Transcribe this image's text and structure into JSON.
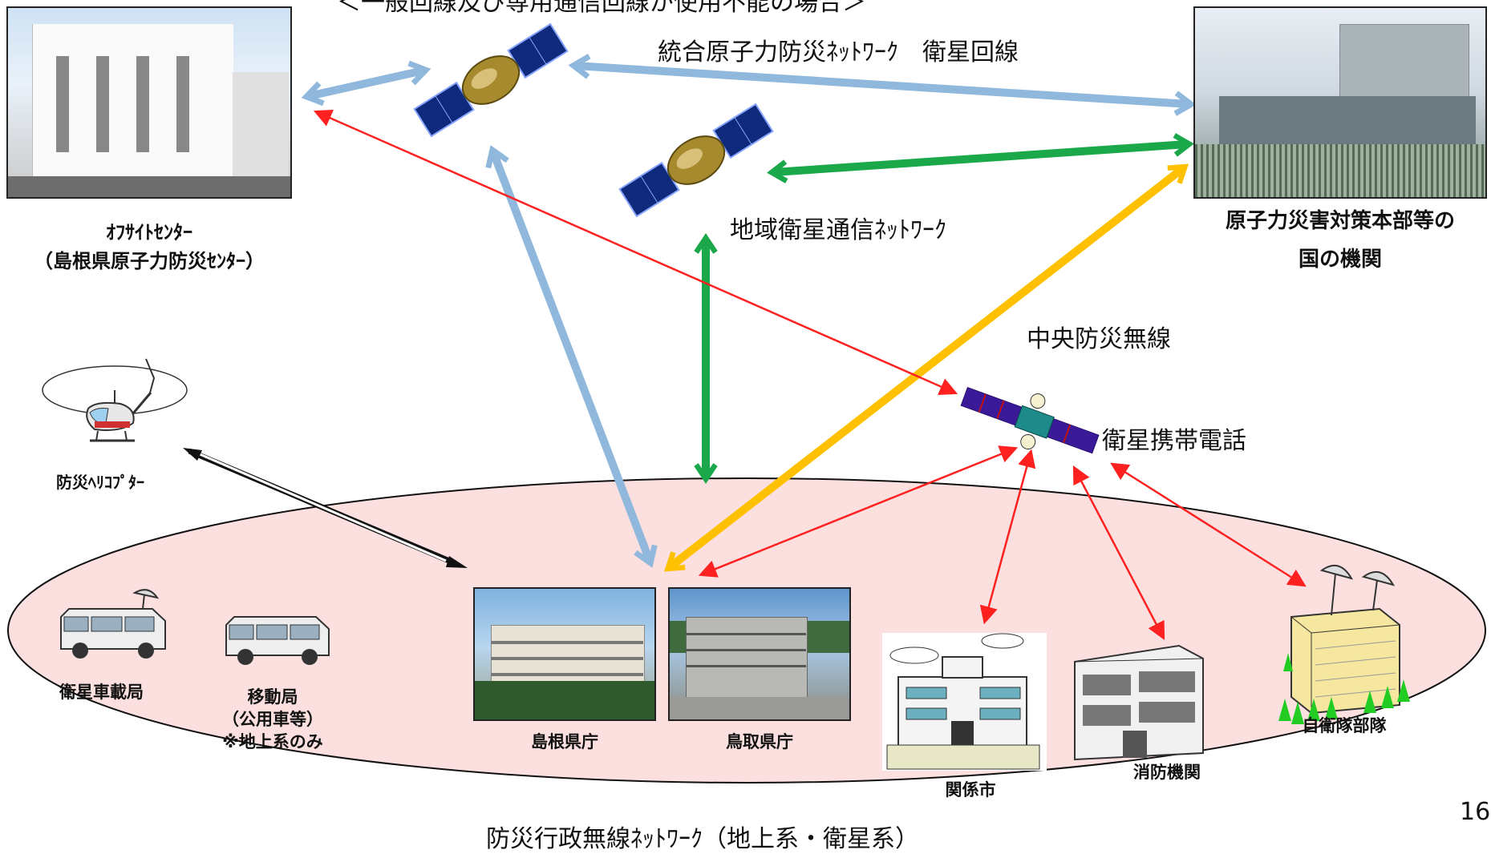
{
  "header_cut": "＜一般回線及び専用通信回線が使用不能の場合＞",
  "networks": {
    "integrated": "統合原子力防災ﾈｯﾄﾜｰｸ　衛星回線",
    "regional": "地域衛星通信ﾈｯﾄﾜｰｸ",
    "central": "中央防災無線",
    "satphone": "衛星携帯電話",
    "admin": "防災行政無線ﾈｯﾄﾜｰｸ（地上系・衛星系）"
  },
  "nodes": {
    "offsite_line1": "ｵﾌｻｲﾄｾﾝﾀｰ",
    "offsite_line2": "（島根県原子力防災ｾﾝﾀｰ）",
    "gov_line1": "原子力災害対策本部等の",
    "gov_line2": "国の機関",
    "helicopter": "防災ﾍﾘｺﾌﾟﾀｰ",
    "sat_vehicle": "衛星車載局",
    "mobile_line1": "移動局",
    "mobile_line2": "（公用車等）",
    "mobile_line3": "※地上系のみ",
    "shimane": "島根県庁",
    "tottori": "鳥取県庁",
    "city": "関係市",
    "fire": "消防機関",
    "sdf": "自衛隊部隊"
  },
  "page_number": "16",
  "colors": {
    "blue_link": "#8fb8dc",
    "green_link": "#1aa84a",
    "yellow_link": "#ffc000",
    "red_link": "#ff2020",
    "ellipse_fill": "#fce0e0"
  }
}
